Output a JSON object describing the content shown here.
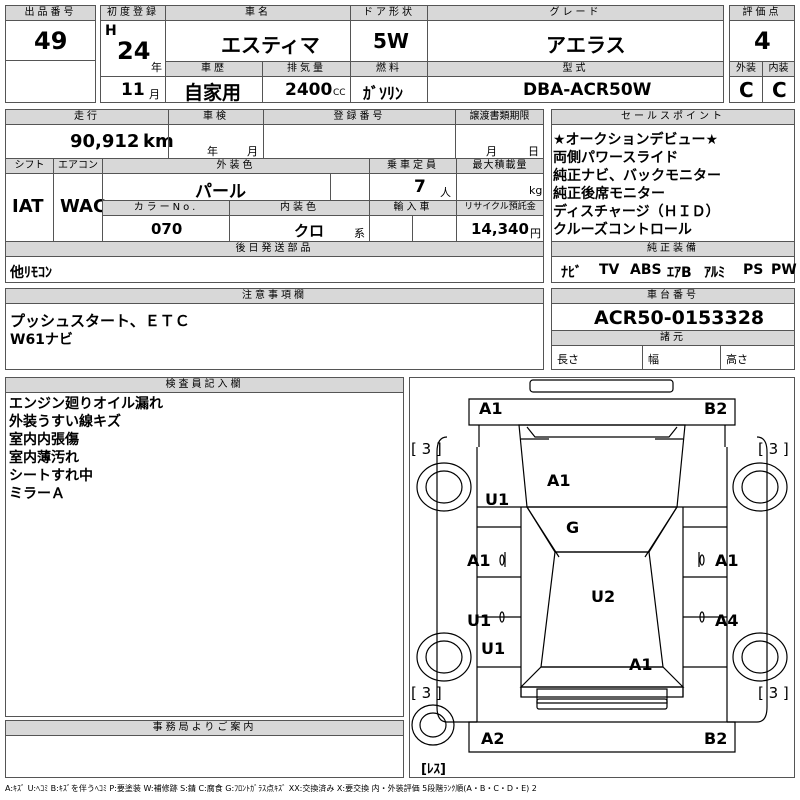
{
  "header": {
    "lot_label": "出品番号",
    "lot": "49",
    "first_reg_label": "初度登録",
    "era": "H",
    "year": "24",
    "year_unit": "年",
    "month": "11",
    "month_unit": "月",
    "car_name_label": "車名",
    "car_name": "エスティマ",
    "door_label": "ドア形状",
    "door": "5W",
    "grade_label": "グレード",
    "grade": "アエラス",
    "score_label": "評価点",
    "score": "4",
    "history_label": "車歴",
    "history": "自家用",
    "displacement_label": "排気量",
    "displacement": "2400",
    "displacement_unit": "CC",
    "fuel_label": "燃料",
    "fuel": "ｶﾞｿﾘﾝ",
    "model_label": "型式",
    "model": "DBA-ACR50W",
    "exterior_label": "外装",
    "exterior": "C",
    "interior_label": "内装",
    "interior": "C"
  },
  "row2": {
    "mileage_label": "走行",
    "mileage": "90,912",
    "mileage_unit": "km",
    "inspection_label": "車検",
    "insp_year_unit": "年",
    "insp_month_unit": "月",
    "reg_no_label": "登録番号",
    "transfer_label": "譲渡書類期限",
    "transfer_month_unit": "月",
    "transfer_day_unit": "日",
    "shift_label": "シフト",
    "shift": "IAT",
    "ac_label": "エアコン",
    "ac": "WAC",
    "ext_color_label": "外装色",
    "ext_color": "パール",
    "capacity_label": "乗車定員",
    "capacity": "7",
    "capacity_unit": "人",
    "max_load_label": "最大積載量",
    "max_load_unit": "kg",
    "color_no_label": "カラーNo.",
    "color_no": "070",
    "int_color_label": "内装色",
    "int_color": "クロ",
    "int_color_unit": "系",
    "import_label": "輸入車",
    "recycle_label": "リサイクル預託金",
    "recycle": "14,340",
    "recycle_unit": "円",
    "later_parts_label": "後日発送部品",
    "later_parts": "他ﾘﾓｺﾝ"
  },
  "sales": {
    "label": "セールスポイント",
    "points": [
      "★オークションデビュー★",
      "両側パワースライド",
      "純正ナビ、バックモニター",
      "純正後席モニター",
      "ディスチャージ（ＨＩＤ）",
      "クルーズコントロール"
    ]
  },
  "equipment": {
    "label": "純正装備",
    "items": [
      "ﾅﾋﾞ",
      "TV",
      "ABS",
      "ｴｱB",
      "ｱﾙﾐ",
      "PS",
      "PW"
    ]
  },
  "notes": {
    "label": "注意事項欄",
    "lines": [
      "プッシュスタート、ＥＴＣ",
      "W61ナビ"
    ]
  },
  "chassis": {
    "label": "車台番号",
    "number": "ACR50-0153328",
    "dims_label": "諸元",
    "length_label": "長さ",
    "width_label": "幅",
    "height_label": "高さ"
  },
  "inspector": {
    "label": "検査員記入欄",
    "lines": [
      "エンジン廻りオイル漏れ",
      "外装うすい線キズ",
      "室内内張傷",
      "室内薄汚れ",
      "シートすれ中",
      "ミラーＡ"
    ]
  },
  "office": {
    "label": "事務局よりご案内"
  },
  "diagram": {
    "marks": {
      "front_left": "A1",
      "front_right": "B2",
      "hood": "A1",
      "windshield_frame": "G",
      "left_fender": "U1",
      "left_front_door": "A1",
      "left_rear_door": "U1",
      "left_rear_quarter": "U1",
      "right_front_door": "A1",
      "right_rear_door": "A4",
      "roof": "U2",
      "rear_glass": "A1",
      "rear_left": "A2",
      "rear_right": "B2"
    },
    "tires": {
      "front_left": "[ 3 ]",
      "front_right": "[ 3 ]",
      "rear_left": "[ 3 ]",
      "rear_right": "[ 3 ]",
      "spare": "[ﾚｽ]"
    }
  },
  "legend": "A:ｷｽﾞ U:ﾍｺﾐ B:ｷｽﾞを伴うﾍｺﾐ P:要塗装 W:補修跡 S:錆 C:腐食 G:ﾌﾛﾝﾄｶﾞﾗｽ点ｷｽﾞ XX:交換済み X:要交換 内・外装評価 5段階ﾗﾝｸ順(A・B・C・D・E) 2"
}
